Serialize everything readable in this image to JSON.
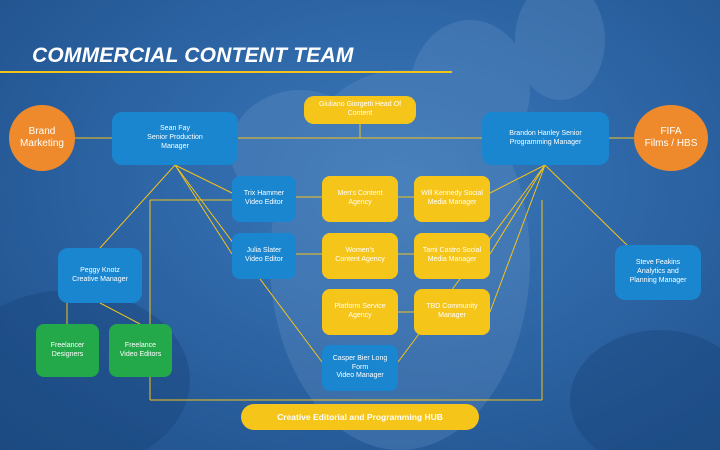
{
  "title": "COMMERCIAL CONTENT TEAM",
  "colors": {
    "blue": "#1a86cf",
    "yellow": "#f6c51a",
    "green": "#23a84a",
    "orange": "#ee8a2c",
    "line": "#f3c21b"
  },
  "nodes": {
    "brand_marketing": "Brand\nMarketing",
    "fifa_films": "FIFA\nFilms / HBS",
    "giuliano": "Giuliano Giorgetti Head Of\nContent",
    "sean_fay": "Sean Fay\nSenior Production\nManager",
    "brandon_hanley": "Brandon Hanley Senior\nProgramming Manager",
    "trix_hammer": "Trix Hammer\nVideo Editor",
    "mens_agency": "Men's Content\nAgency",
    "will_kennedy": "Will Kennedy Social\nMedia Manager",
    "julia_slater": "Julia Slater\nVideo Editor",
    "womens_agency": "Women's\nContent Agency",
    "tami_castro": "Tami Castro Social\nMedia Manager",
    "peggy_knotz": "Peggy Knotz\nCreative Manager",
    "steve_feakins": "Steve Feakins\nAnalytics and\nPlanning Manager",
    "platform_agency": "Platform Service\nAgency",
    "tbd_community": "TBD Community\nManager",
    "freelance_designers": "Freelancer\nDesigners",
    "freelance_video": "Freelance\nVideo Editors",
    "casper_bier": "Casper Bier Long Form\nVideo Manager"
  },
  "hub_label": "Creative Editorial and Programming HUB"
}
